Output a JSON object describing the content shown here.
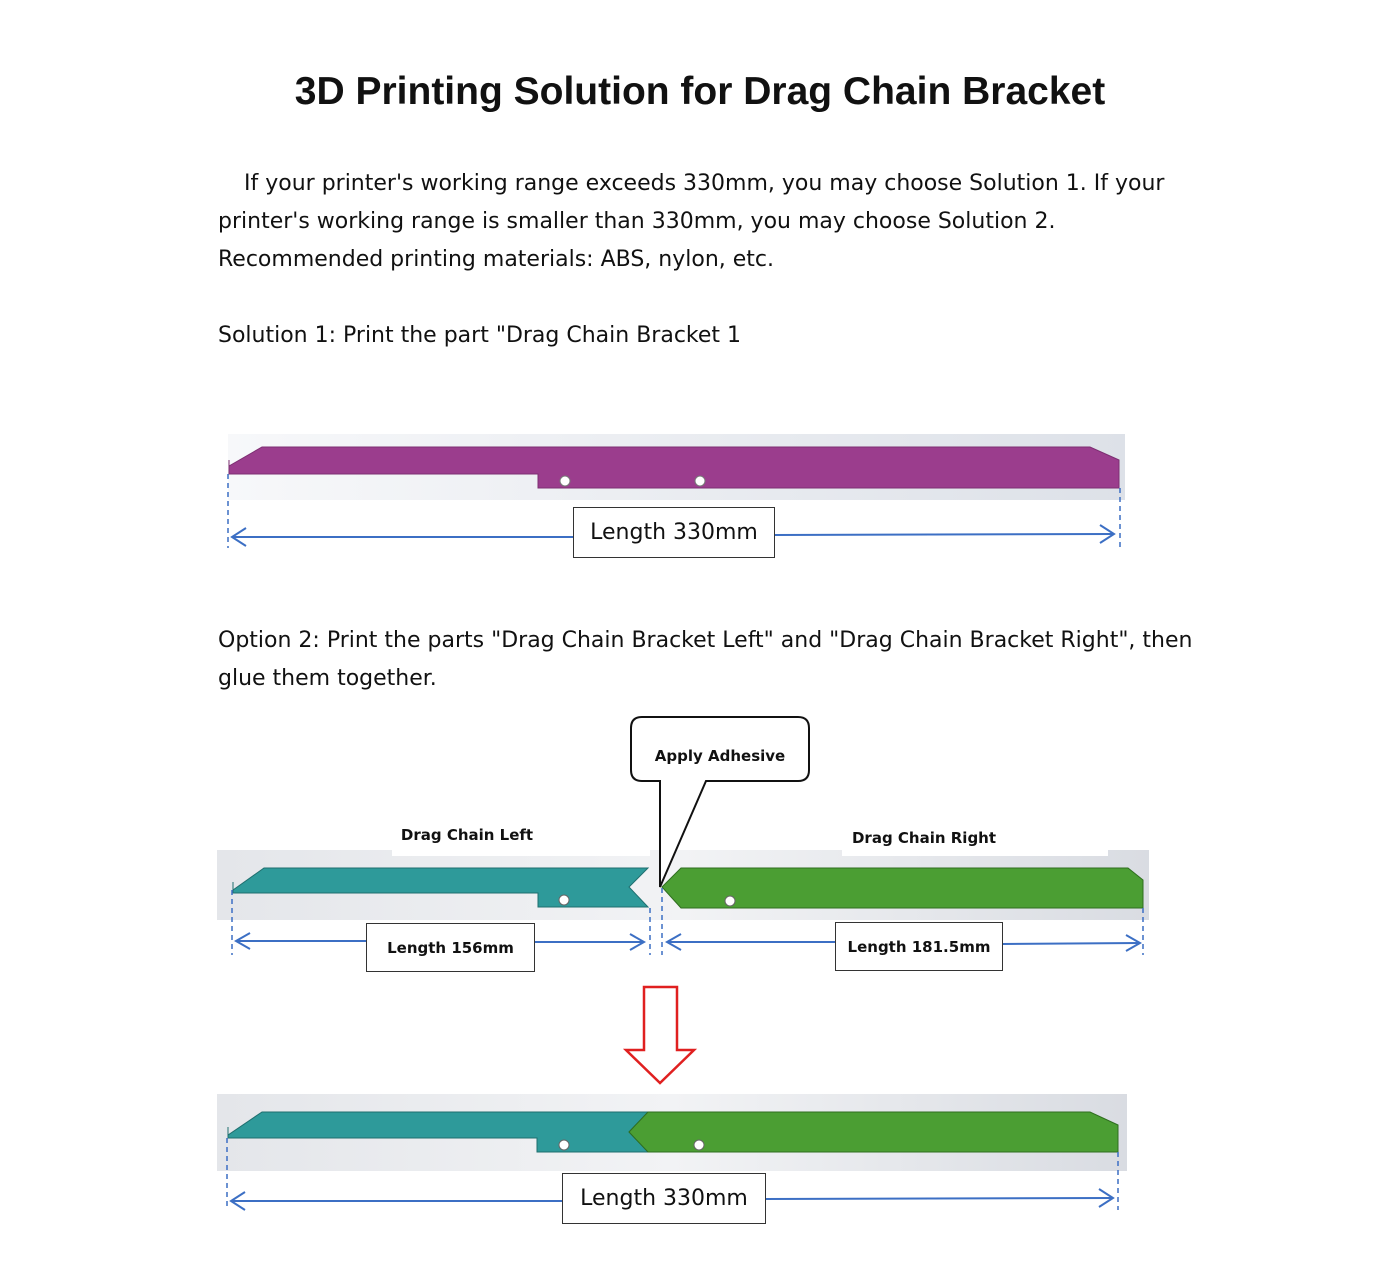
{
  "title": "3D Printing Solution for Drag Chain Bracket",
  "intro": "If your printer's working range exceeds 330mm, you may choose Solution 1. If your printer's working range is smaller than 330mm, you may choose Solution 2. Recommended printing materials: ABS, nylon, etc.",
  "solution1": {
    "heading": "Solution 1: Print the part \"Drag Chain Bracket 1",
    "dimension": "Length 330mm",
    "part_color": "#9b3d8d"
  },
  "option2": {
    "heading": "Option 2: Print the parts \"Drag Chain Bracket Left\" and \"Drag Chain Bracket Right\", then glue them together.",
    "callout": "Apply Adhesive",
    "left_label": "Drag Chain Left",
    "right_label": "Drag Chain Right",
    "left_dimension": "Length 156mm",
    "right_dimension": "Length 181.5mm",
    "combined_dimension": "Length 330mm",
    "left_color": "#2e9a9a",
    "right_color": "#4b9e33",
    "arrow_color": "#e02020",
    "dimension_line_color": "#3c6fc4"
  }
}
